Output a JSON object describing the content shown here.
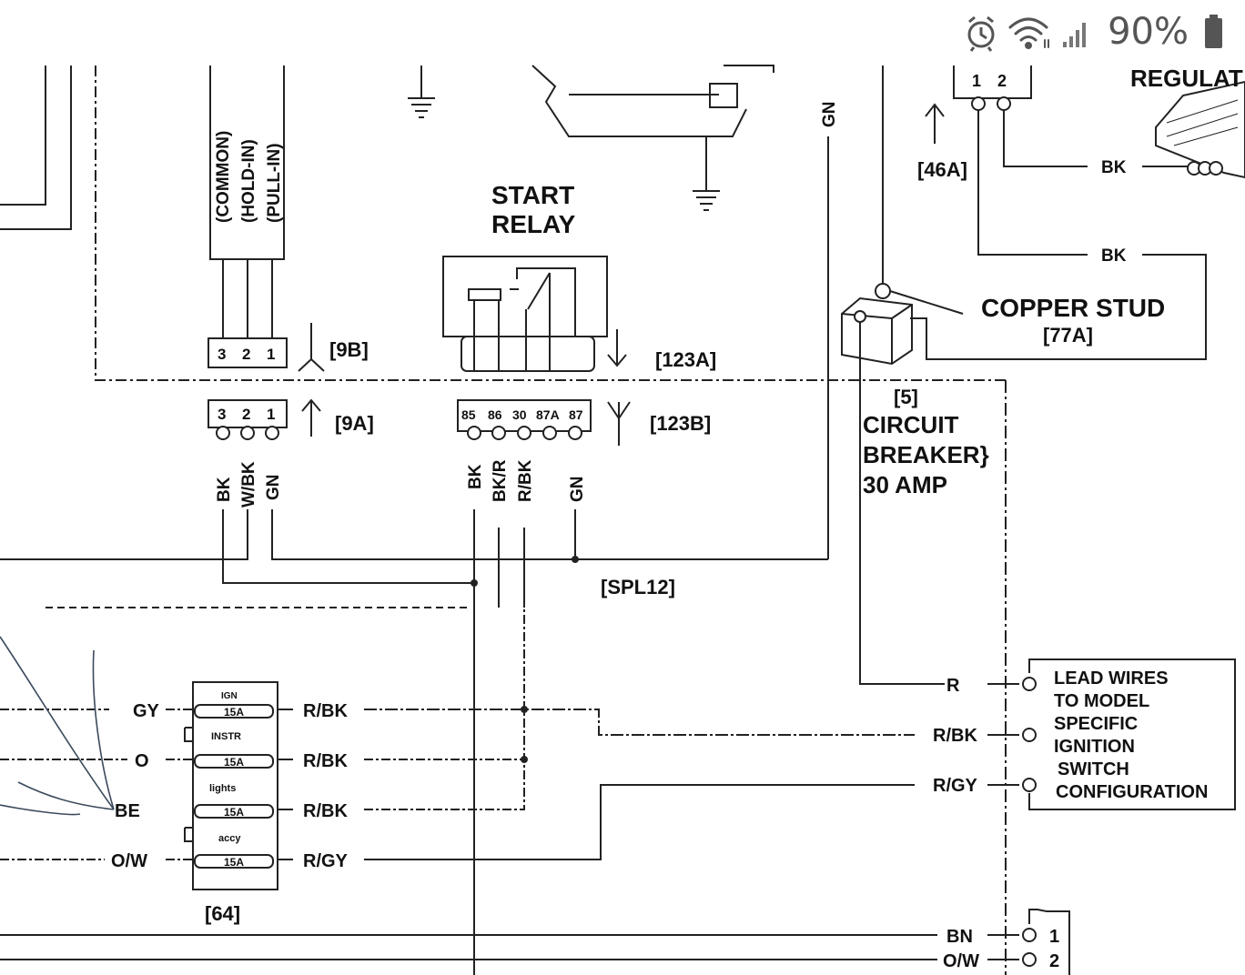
{
  "status_bar": {
    "battery_percent": "90%",
    "icons": [
      "alarm-icon",
      "wifi-icon",
      "signal-icon",
      "battery-icon"
    ]
  },
  "solenoid": {
    "terminals": [
      "(COMMON)",
      "(HOLD-IN)",
      "(PULL-IN)"
    ],
    "pins": [
      "3",
      "2",
      "1"
    ],
    "wires": [
      "BK",
      "W/BK",
      "GN"
    ]
  },
  "connectors": {
    "c9b": "[9B]",
    "c9a": "[9A]",
    "c123a": "[123A]",
    "c123b": "[123B]",
    "c46a": "[46A]",
    "c77a": "[77A]",
    "c5": "[5]",
    "c64": "[64]",
    "spl12": "[SPL12]"
  },
  "start_relay": {
    "title_line1": "START",
    "title_line2": "RELAY",
    "pins": [
      "85",
      "86",
      "30",
      "87A",
      "87"
    ],
    "wires": [
      "BK",
      "BK/R",
      "R/BK",
      "GN"
    ]
  },
  "gn_top": "GN",
  "regulator": {
    "title": "REGULAT",
    "pins": [
      "1",
      "2"
    ],
    "wires": [
      "BK",
      "BK"
    ]
  },
  "copper_stud": "COPPER STUD",
  "circuit_breaker": {
    "line1": "CIRCUIT",
    "line2": "BREAKER}",
    "line3": "30 AMP"
  },
  "fuse_block": {
    "labels": [
      "IGN",
      "INSTR",
      "lights",
      "accy"
    ],
    "ratings": [
      "15A",
      "15A",
      "15A",
      "15A"
    ],
    "left_wires": [
      "GY",
      "O",
      "BE",
      "O/W"
    ],
    "right_wires": [
      "R/BK",
      "R/BK",
      "R/BK",
      "R/GY"
    ]
  },
  "lead_wires": {
    "wires": [
      "R",
      "R/BK",
      "R/GY"
    ],
    "text": [
      "LEAD WIRES",
      "TO MODEL",
      "SPECIFIC",
      "IGNITION",
      "SWITCH",
      "CONFIGURATION"
    ]
  },
  "bottom_connector": {
    "wires": [
      "BN",
      "O/W"
    ],
    "pins": [
      "1",
      "2"
    ]
  }
}
